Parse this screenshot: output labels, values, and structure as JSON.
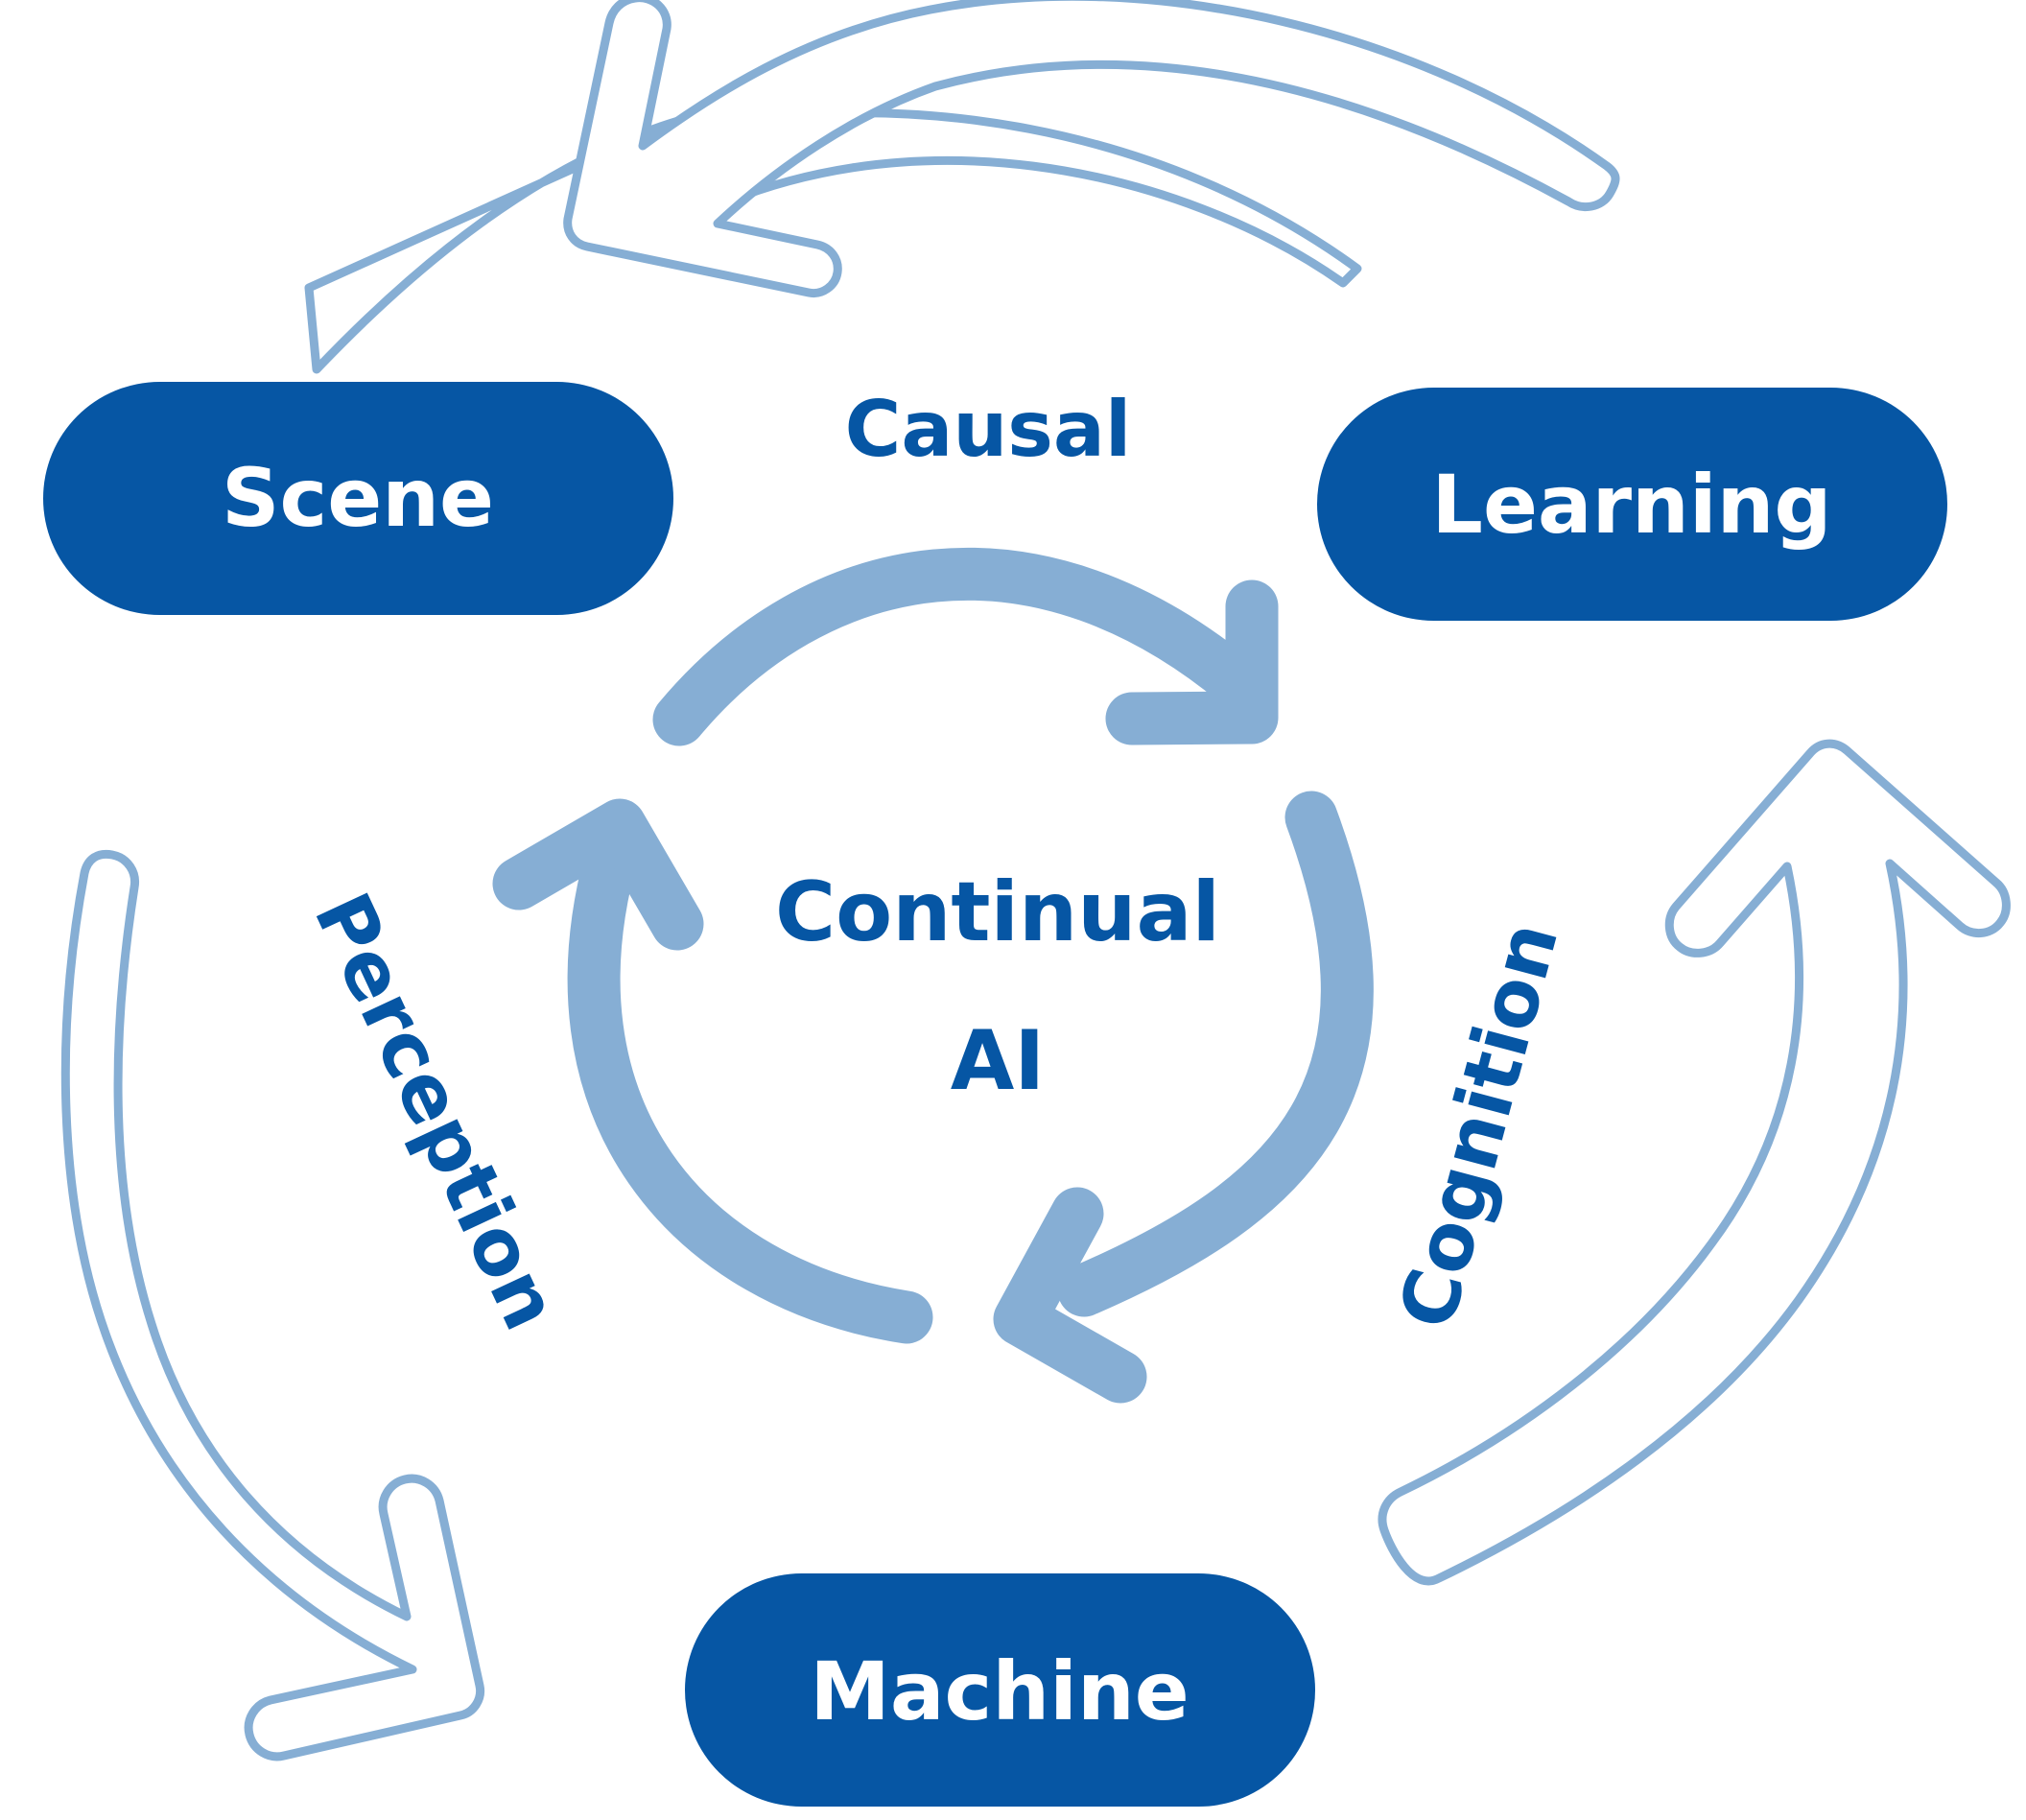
{
  "center": {
    "line1": "Continual",
    "line2": "AI"
  },
  "nodes": {
    "scene": "Scene",
    "learning": "Learning",
    "machine": "Machine"
  },
  "arcs": {
    "causal": "Causal",
    "perception": "Perception",
    "cognition": "Cognition"
  },
  "colors": {
    "node_fill": "#0656a4",
    "arrow": "#86aed4",
    "text_dark": "#0656a4",
    "text_light": "#ffffff"
  }
}
